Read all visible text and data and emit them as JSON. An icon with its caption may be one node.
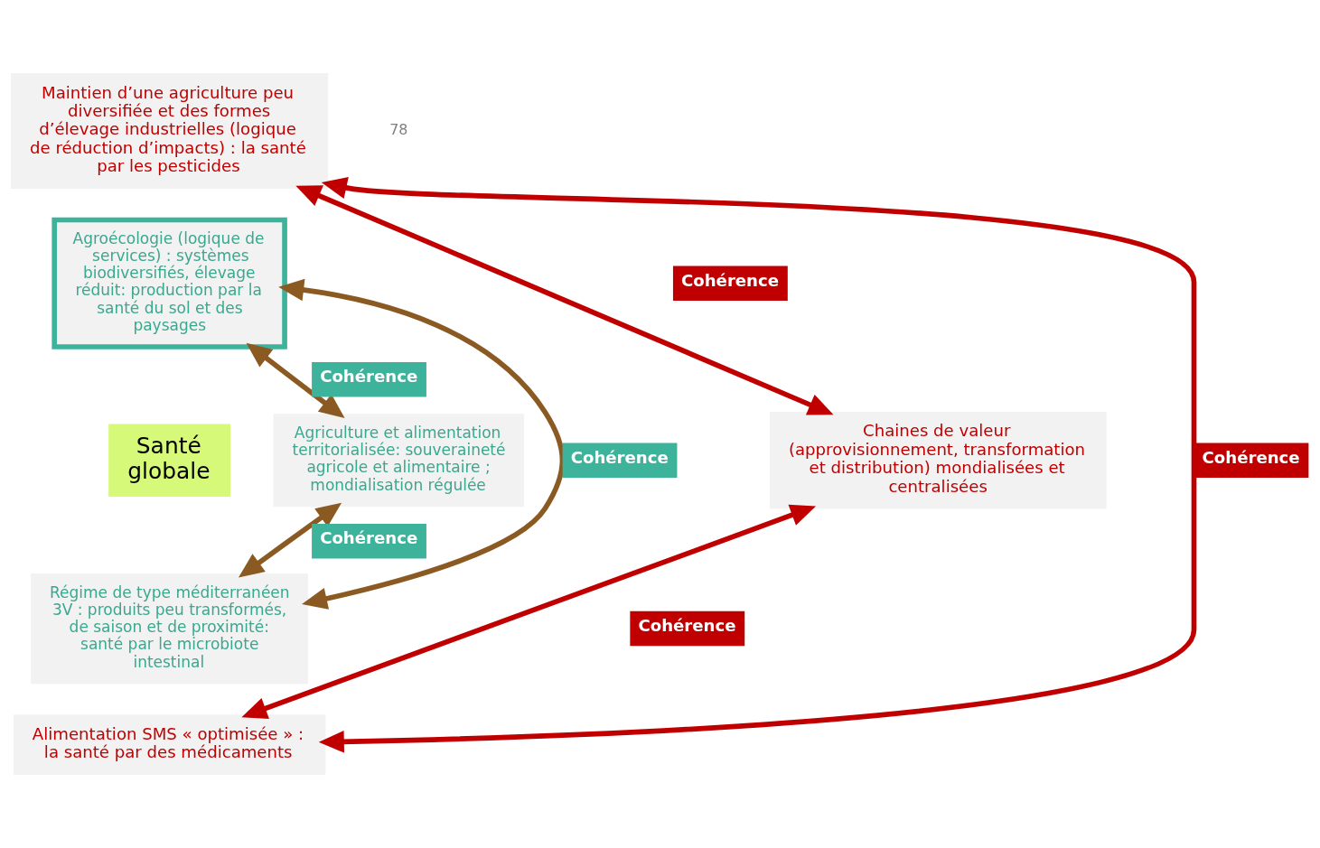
{
  "diagram": {
    "nodes": [
      {
        "text": [
          "Maintien d’une agriculture peu diversifiée et des formes d’élevage industrielles (logique de réduction d’impacts) : la santé par les pesticides"
        ]
      },
      {
        "text": [
          "Agroécologie (logique de services) : systèmes biodiversifiés, élevage réduit: production par la santé du sol et des paysages"
        ]
      },
      {
        "text": [
          "Santé globale"
        ]
      },
      {
        "text": [
          "Agriculture et alimentation territorialisée: souveraineté agricole et alimentaire ; mondialisation régulée"
        ]
      },
      {
        "text": [
          "Chaines de valeur (approvisionnement, transformation et distribution) mondialisées et centralisées"
        ]
      },
      {
        "text": [
          "Régime de type méditerranéen 3V : produits peu transformés, de saison et de proximité: santé par le microbiote intestinal"
        ]
      },
      {
        "text": [
          "Alimentation SMS « optimisée » : la santé par des médicaments"
        ]
      }
    ],
    "edges": [
      {
        "from": 0,
        "to": 4,
        "arrow": "both",
        "label": "Cohérence",
        "color": "#c00000"
      },
      {
        "from": 1,
        "to": 3,
        "arrow": "both",
        "label": "Cohérence",
        "color": "#8b5a22"
      },
      {
        "from": 3,
        "to": 5,
        "arrow": "both",
        "label": "Cohérence",
        "color": "#8b5a22"
      },
      {
        "from": 4,
        "to": 6,
        "arrow": "both",
        "label": "Cohérence",
        "color": "#c00000"
      },
      {
        "from": 5,
        "to": 1,
        "arrow": "both",
        "label": "Cohérence",
        "color": "#8b5a22"
      },
      {
        "from": 6,
        "to": 0,
        "arrow": "both",
        "label": "Cohérence",
        "color": "#c00000"
      }
    ],
    "labels": [
      "78"
    ]
  }
}
